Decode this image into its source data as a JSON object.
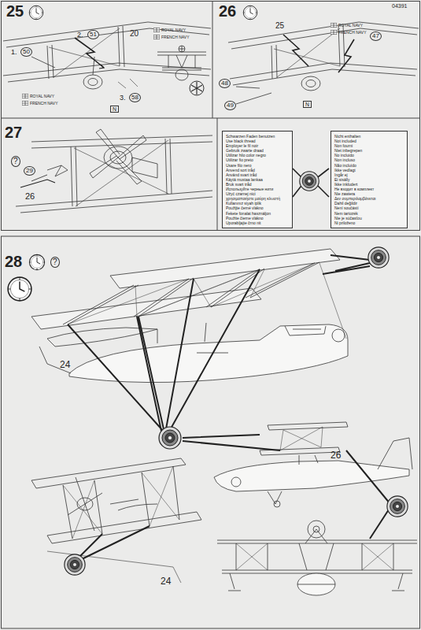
{
  "diagram": {
    "nodes": [
      {
        "text": [
          "Schwarzen Faden benutzen",
          "Use black thread",
          "Employer le fil noir",
          "Gebruik zwarte draad",
          "Utilizar hilo color negro",
          "Utilizar fio preto",
          "Usare filo nero",
          "Anvend sort tråd",
          "Använd svart tråd",
          "Käytä mustaa lankaa",
          "Bruk svart tråd",
          "Используйте черные нити",
          "Użyć czarnej nici",
          "χρησιμοποιήστε μαύρη κλωστή",
          "Kullanınız siyah iplik",
          "Použijte černé vlákno",
          "Fekete fonalat használjon",
          "Použite čierne vlákno",
          "Uporabljajte črno nit"
        ]
      },
      {
        "text": [
          "Nicht enthalten",
          "Not included",
          "Non fourni",
          "Niet inbegrepen",
          "No incluido",
          "Non incluso",
          "Não incluído",
          "Ikke vedlagt",
          "Ingår ej",
          "Ei sisälly",
          "Ikke inkludert",
          "Не входит в комплект",
          "Nie zawiera",
          "Δεν συμπεριλαμβάνεται",
          "Dahil değildir",
          "Není součástí",
          "Nem tartozék",
          "Nie je súčasťou",
          "Ni priloženo"
        ]
      }
    ],
    "labels": [
      "04391",
      "25",
      "1.",
      "50",
      "2.",
      "51",
      "20",
      "ROYAL NAVY",
      "FRENCH NAVY",
      "ROYAL NAVY",
      "FRENCH NAVY",
      "3.",
      "58",
      "N",
      "26",
      "25",
      "ROYAL NAVY",
      "FRENCH NAVY",
      "47",
      "48",
      "49",
      "N",
      "27",
      "?",
      "29",
      "26",
      "28",
      "?",
      "24",
      "26",
      "24"
    ]
  }
}
